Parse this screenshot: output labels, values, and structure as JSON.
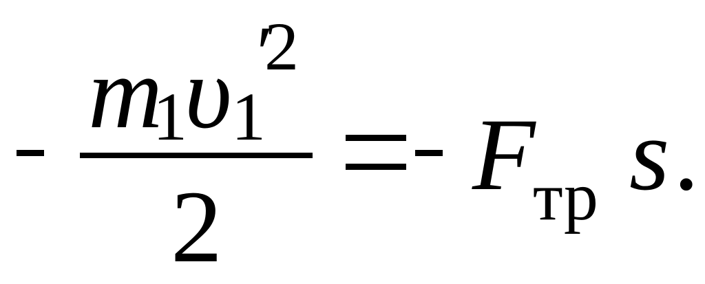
{
  "formula": {
    "left_minus": "-",
    "numerator": {
      "mass": "m",
      "mass_subscript": "1",
      "velocity": "υ",
      "velocity_subscript": "1",
      "prime": "′",
      "exponent": "2"
    },
    "denominator": "2",
    "equals": "=",
    "right_minus": "-",
    "force": "F",
    "force_subscript": "тр",
    "distance": "s",
    "terminator": "."
  }
}
